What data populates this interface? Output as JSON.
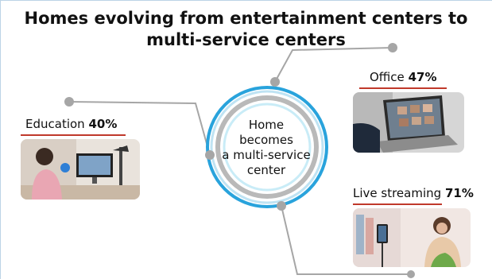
{
  "title": {
    "line1": "Homes evolving from entertainment centers to",
    "line2": "multi-service centers"
  },
  "center": {
    "line1": "Home",
    "line2": "becomes",
    "line3": "a multi-service",
    "line4": "center"
  },
  "items": {
    "education": {
      "name": "Education",
      "percent": "40%"
    },
    "office": {
      "name": "Office",
      "percent": "47%"
    },
    "streaming": {
      "name": "Live streaming",
      "percent": "71%"
    }
  },
  "colors": {
    "ring_blue": "#29a3dc",
    "ring_light": "#bfe3f3",
    "ring_gray": "#b9b9b9",
    "connector": "#a6a6a6",
    "underline": "#c0392b"
  }
}
